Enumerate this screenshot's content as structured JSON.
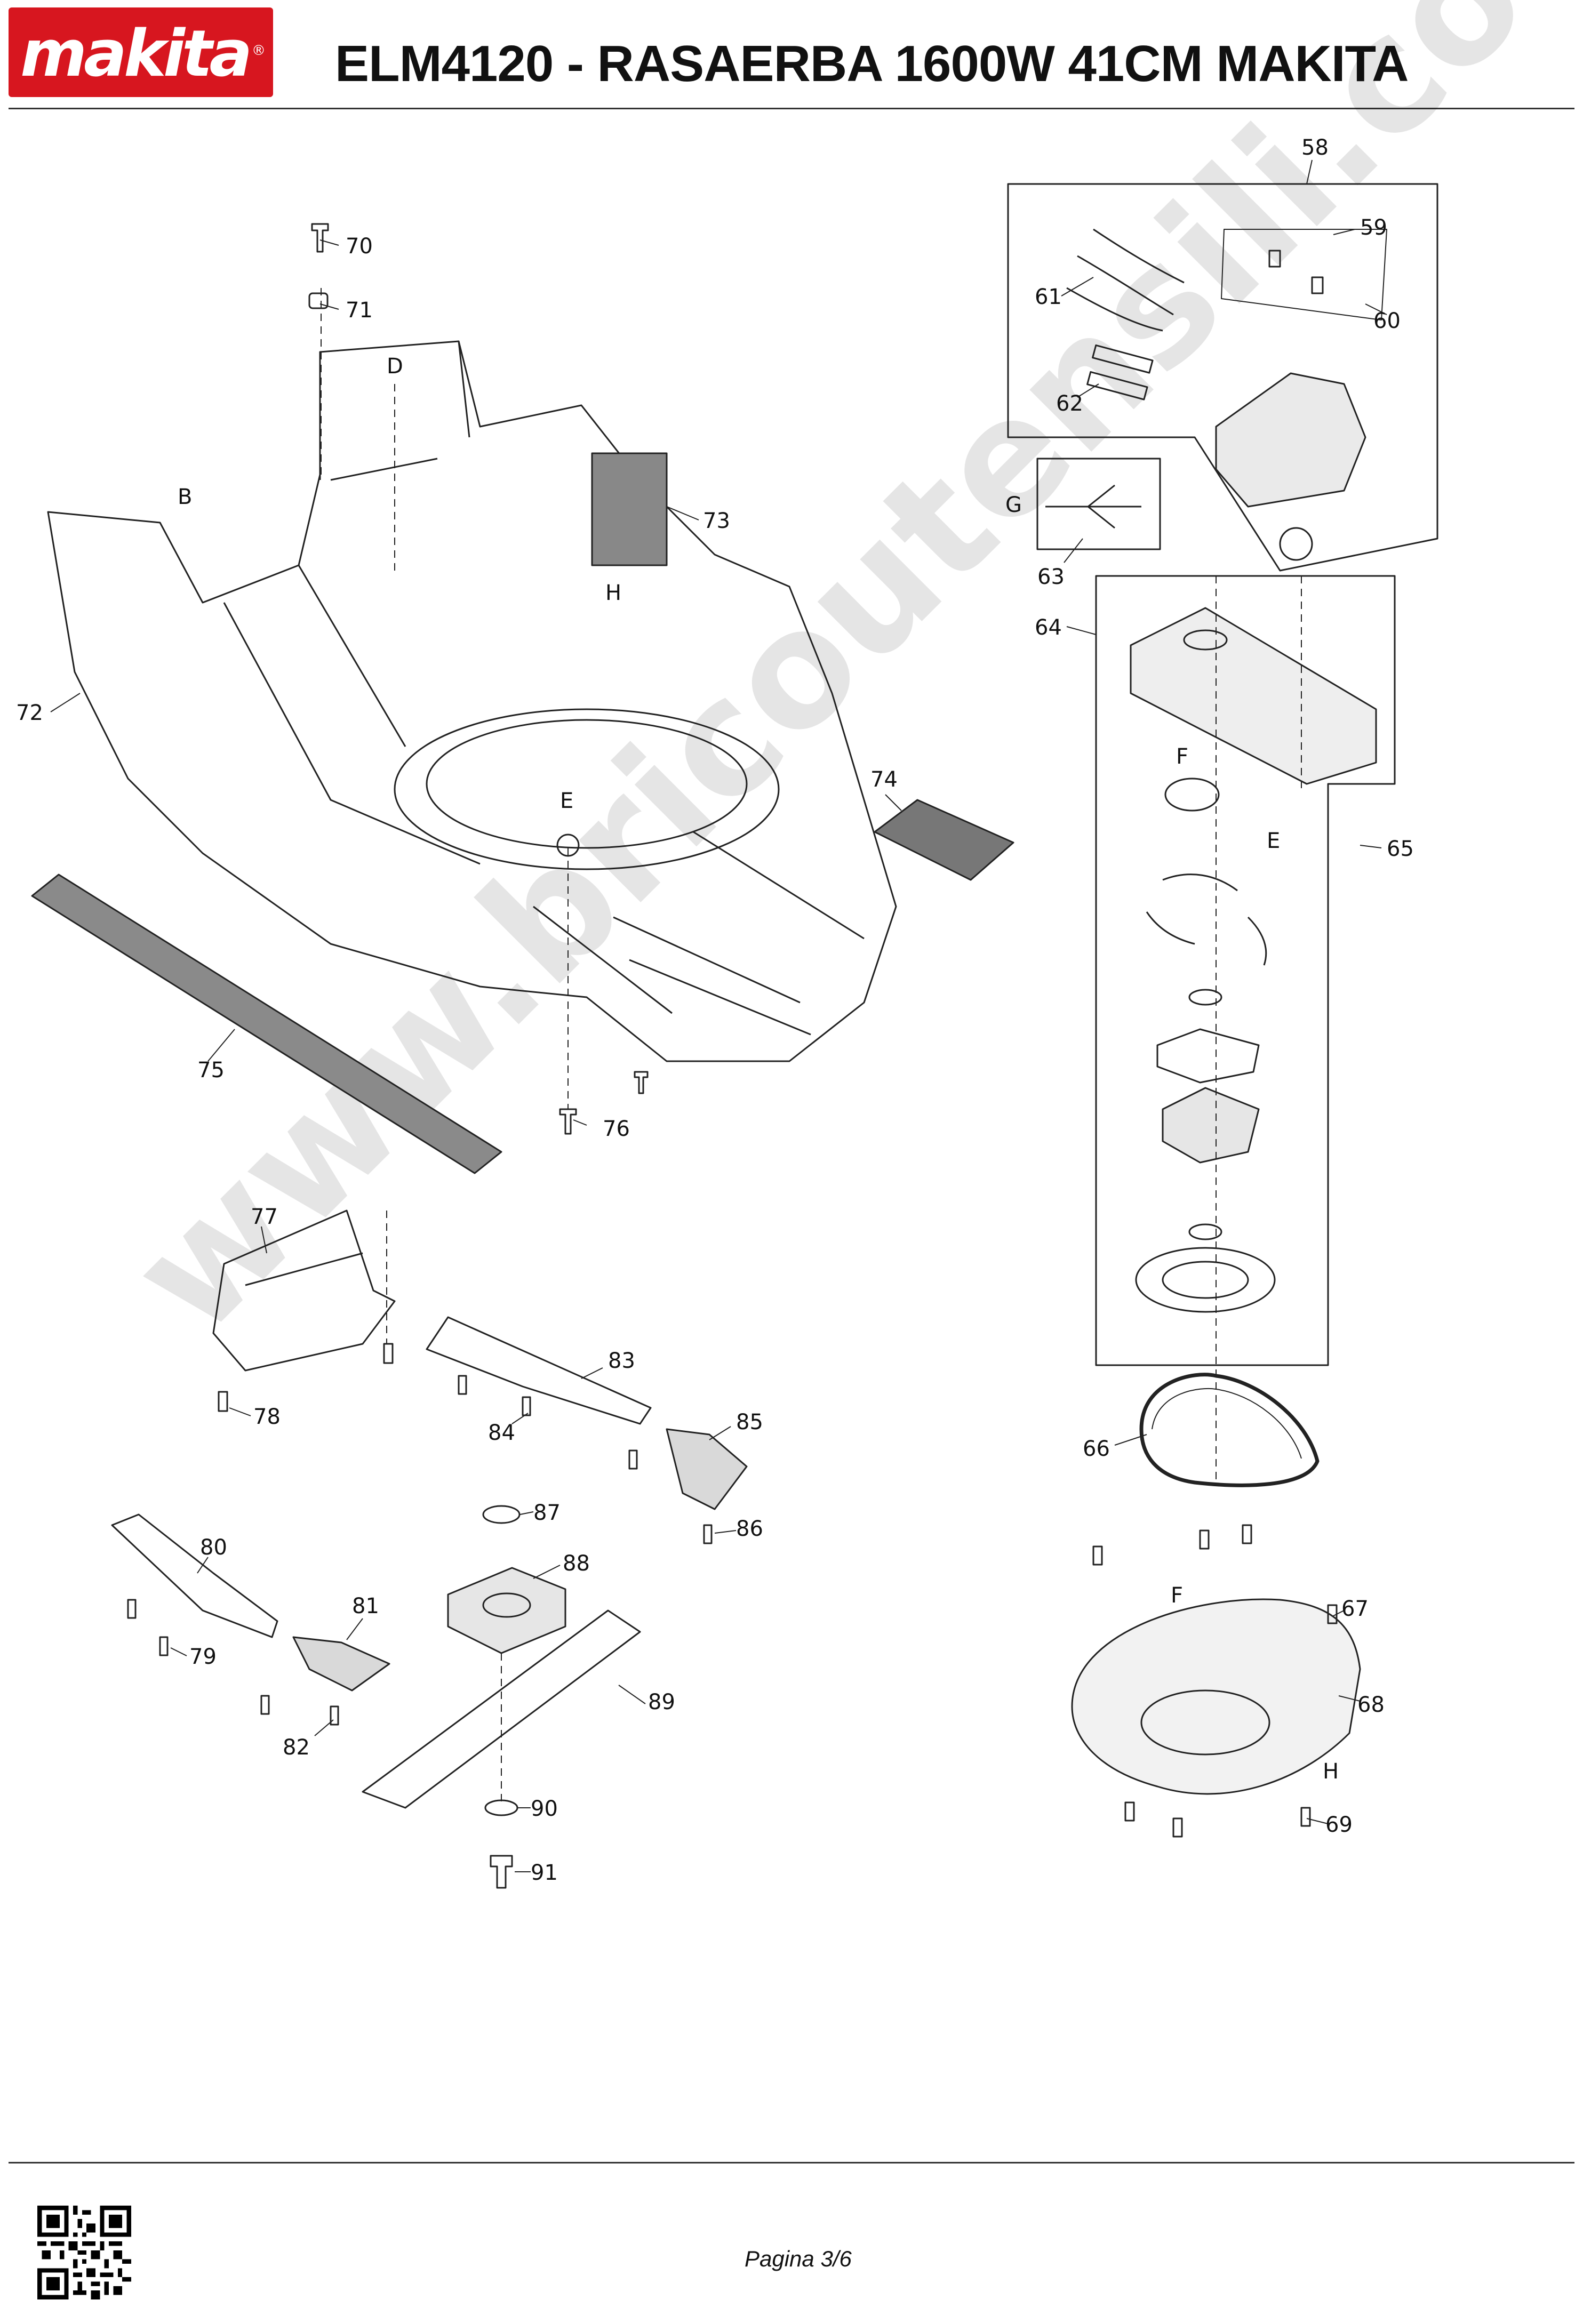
{
  "header": {
    "brand": "makita",
    "reg_mark": "®",
    "title": "ELM4120 - RASAERBA 1600W 41CM MAKITA"
  },
  "footer": {
    "page_label": "Pagina 3/6"
  },
  "watermark": "www.bricoutensili.com",
  "diagram": {
    "part_labels": [
      "58",
      "59",
      "60",
      "61",
      "62",
      "63",
      "64",
      "65",
      "66",
      "67",
      "68",
      "69",
      "70",
      "71",
      "72",
      "73",
      "74",
      "75",
      "76",
      "77",
      "78",
      "79",
      "80",
      "81",
      "82",
      "83",
      "84",
      "85",
      "86",
      "87",
      "88",
      "89",
      "90",
      "91"
    ],
    "reference_letters": [
      "B",
      "D",
      "E",
      "E",
      "E",
      "F",
      "F",
      "G",
      "H",
      "H"
    ]
  }
}
